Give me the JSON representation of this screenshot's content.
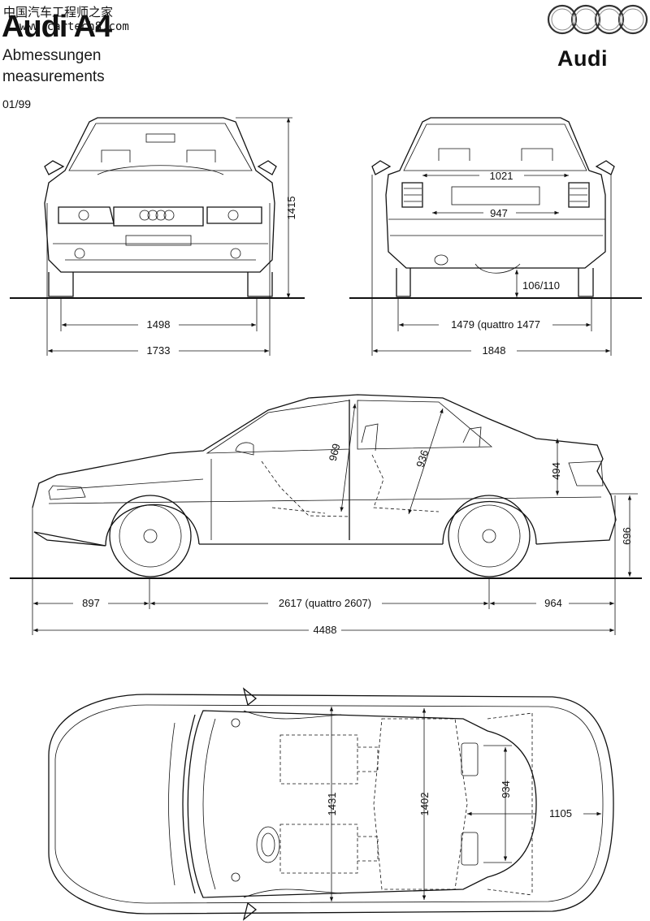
{
  "header": {
    "model_title": "Audi A4",
    "watermark_cn": "中国汽车工程师之家",
    "watermark_url": "www.cartech8.com",
    "subtitle_de": "Abmessungen",
    "subtitle_en": "measurements",
    "date": "01/99",
    "brand": "Audi"
  },
  "dimensions": {
    "front_height": "1415",
    "front_track": "1498",
    "front_width": "1733",
    "rear_window_top": "1021",
    "rear_window_bottom": "947",
    "ground_clearance": "106/110",
    "rear_track": "1479 (quattro 1477",
    "rear_width_mirrors": "1848",
    "headroom_front": "969",
    "headroom_rear": "936",
    "trunk_height": "494",
    "load_height": "696",
    "front_overhang": "897",
    "wheelbase": "2617 (quattro 2607)",
    "rear_overhang": "964",
    "overall_length": "4488",
    "front_interior_width": "1431",
    "rear_interior_width": "1402",
    "trunk_width": "934",
    "trunk_length": "1105"
  }
}
